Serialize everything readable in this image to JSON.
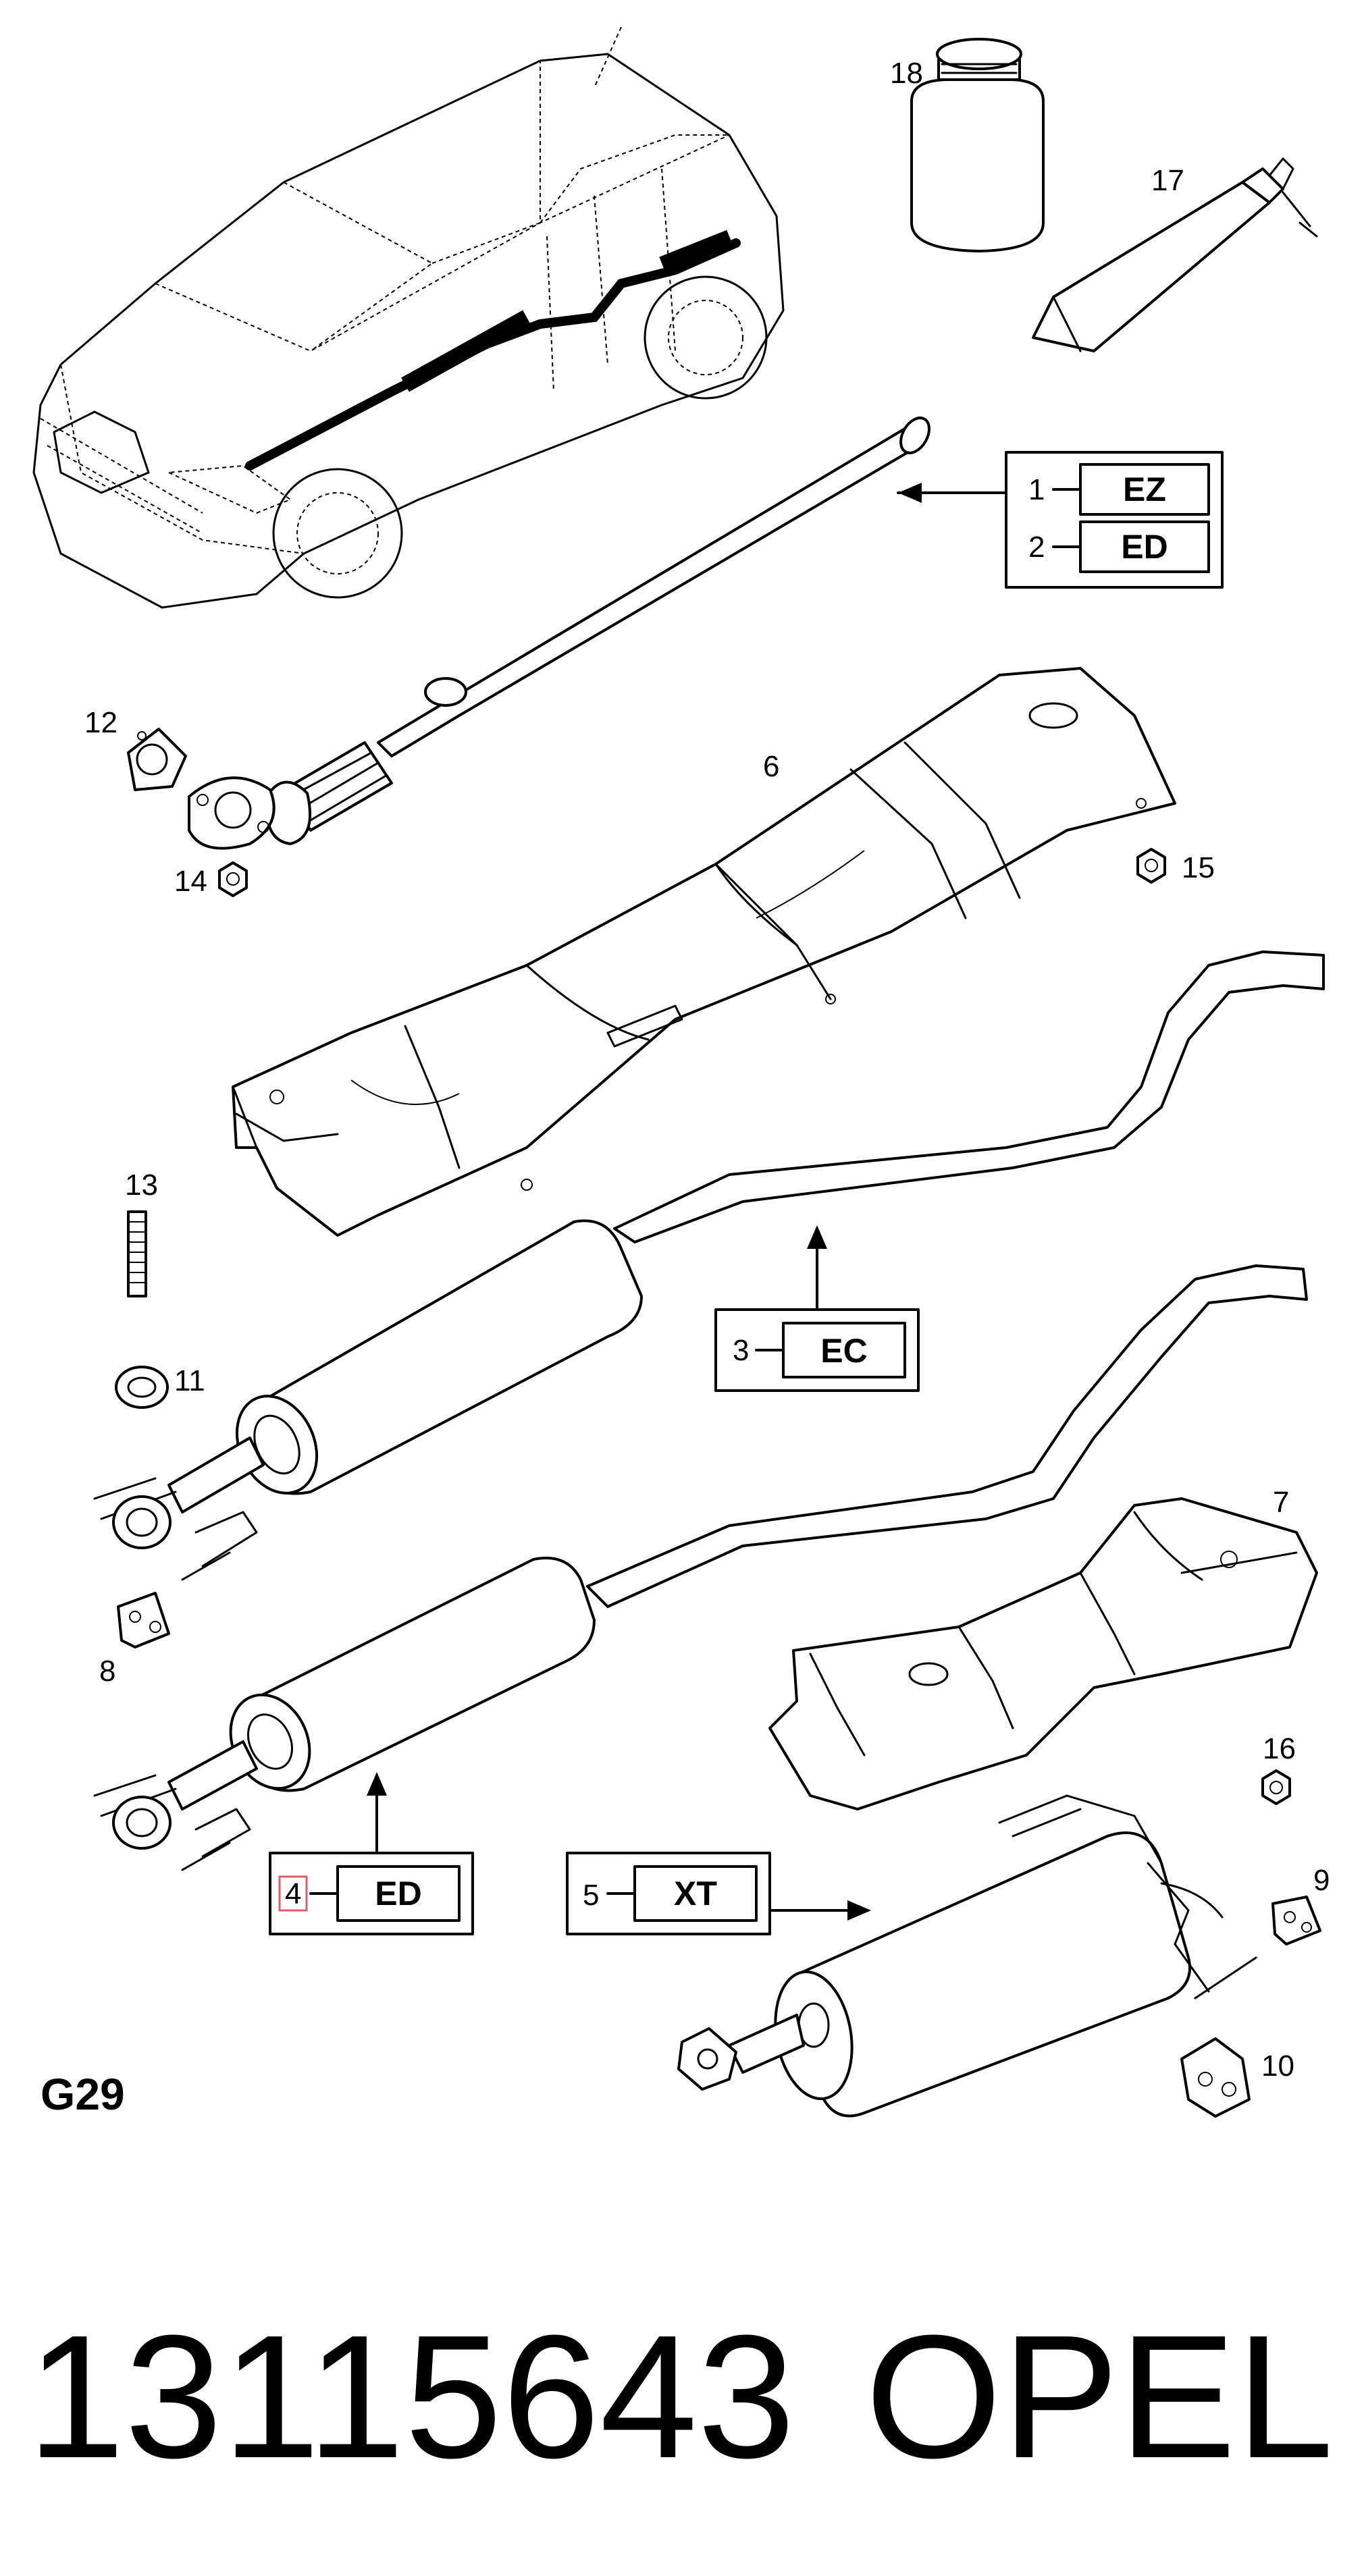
{
  "callouts": {
    "c1": "1",
    "c2": "2",
    "c3": "3",
    "c4": "4",
    "c5": "5",
    "c6": "6",
    "c7": "7",
    "c8": "8",
    "c9": "9",
    "c10": "10",
    "c11": "11",
    "c12": "12",
    "c13": "13",
    "c14": "14",
    "c15": "15",
    "c16": "16",
    "c17": "17",
    "c18": "18"
  },
  "codes": {
    "ez": "EZ",
    "ed_front": "ED",
    "ec": "EC",
    "ed_mid": "ED",
    "xt": "XT"
  },
  "section_label": "G29",
  "part_number": "13115643",
  "brand": "OPEL",
  "colors": {
    "line": "#000000",
    "background": "#ffffff",
    "highlight": "#e05a6a"
  }
}
